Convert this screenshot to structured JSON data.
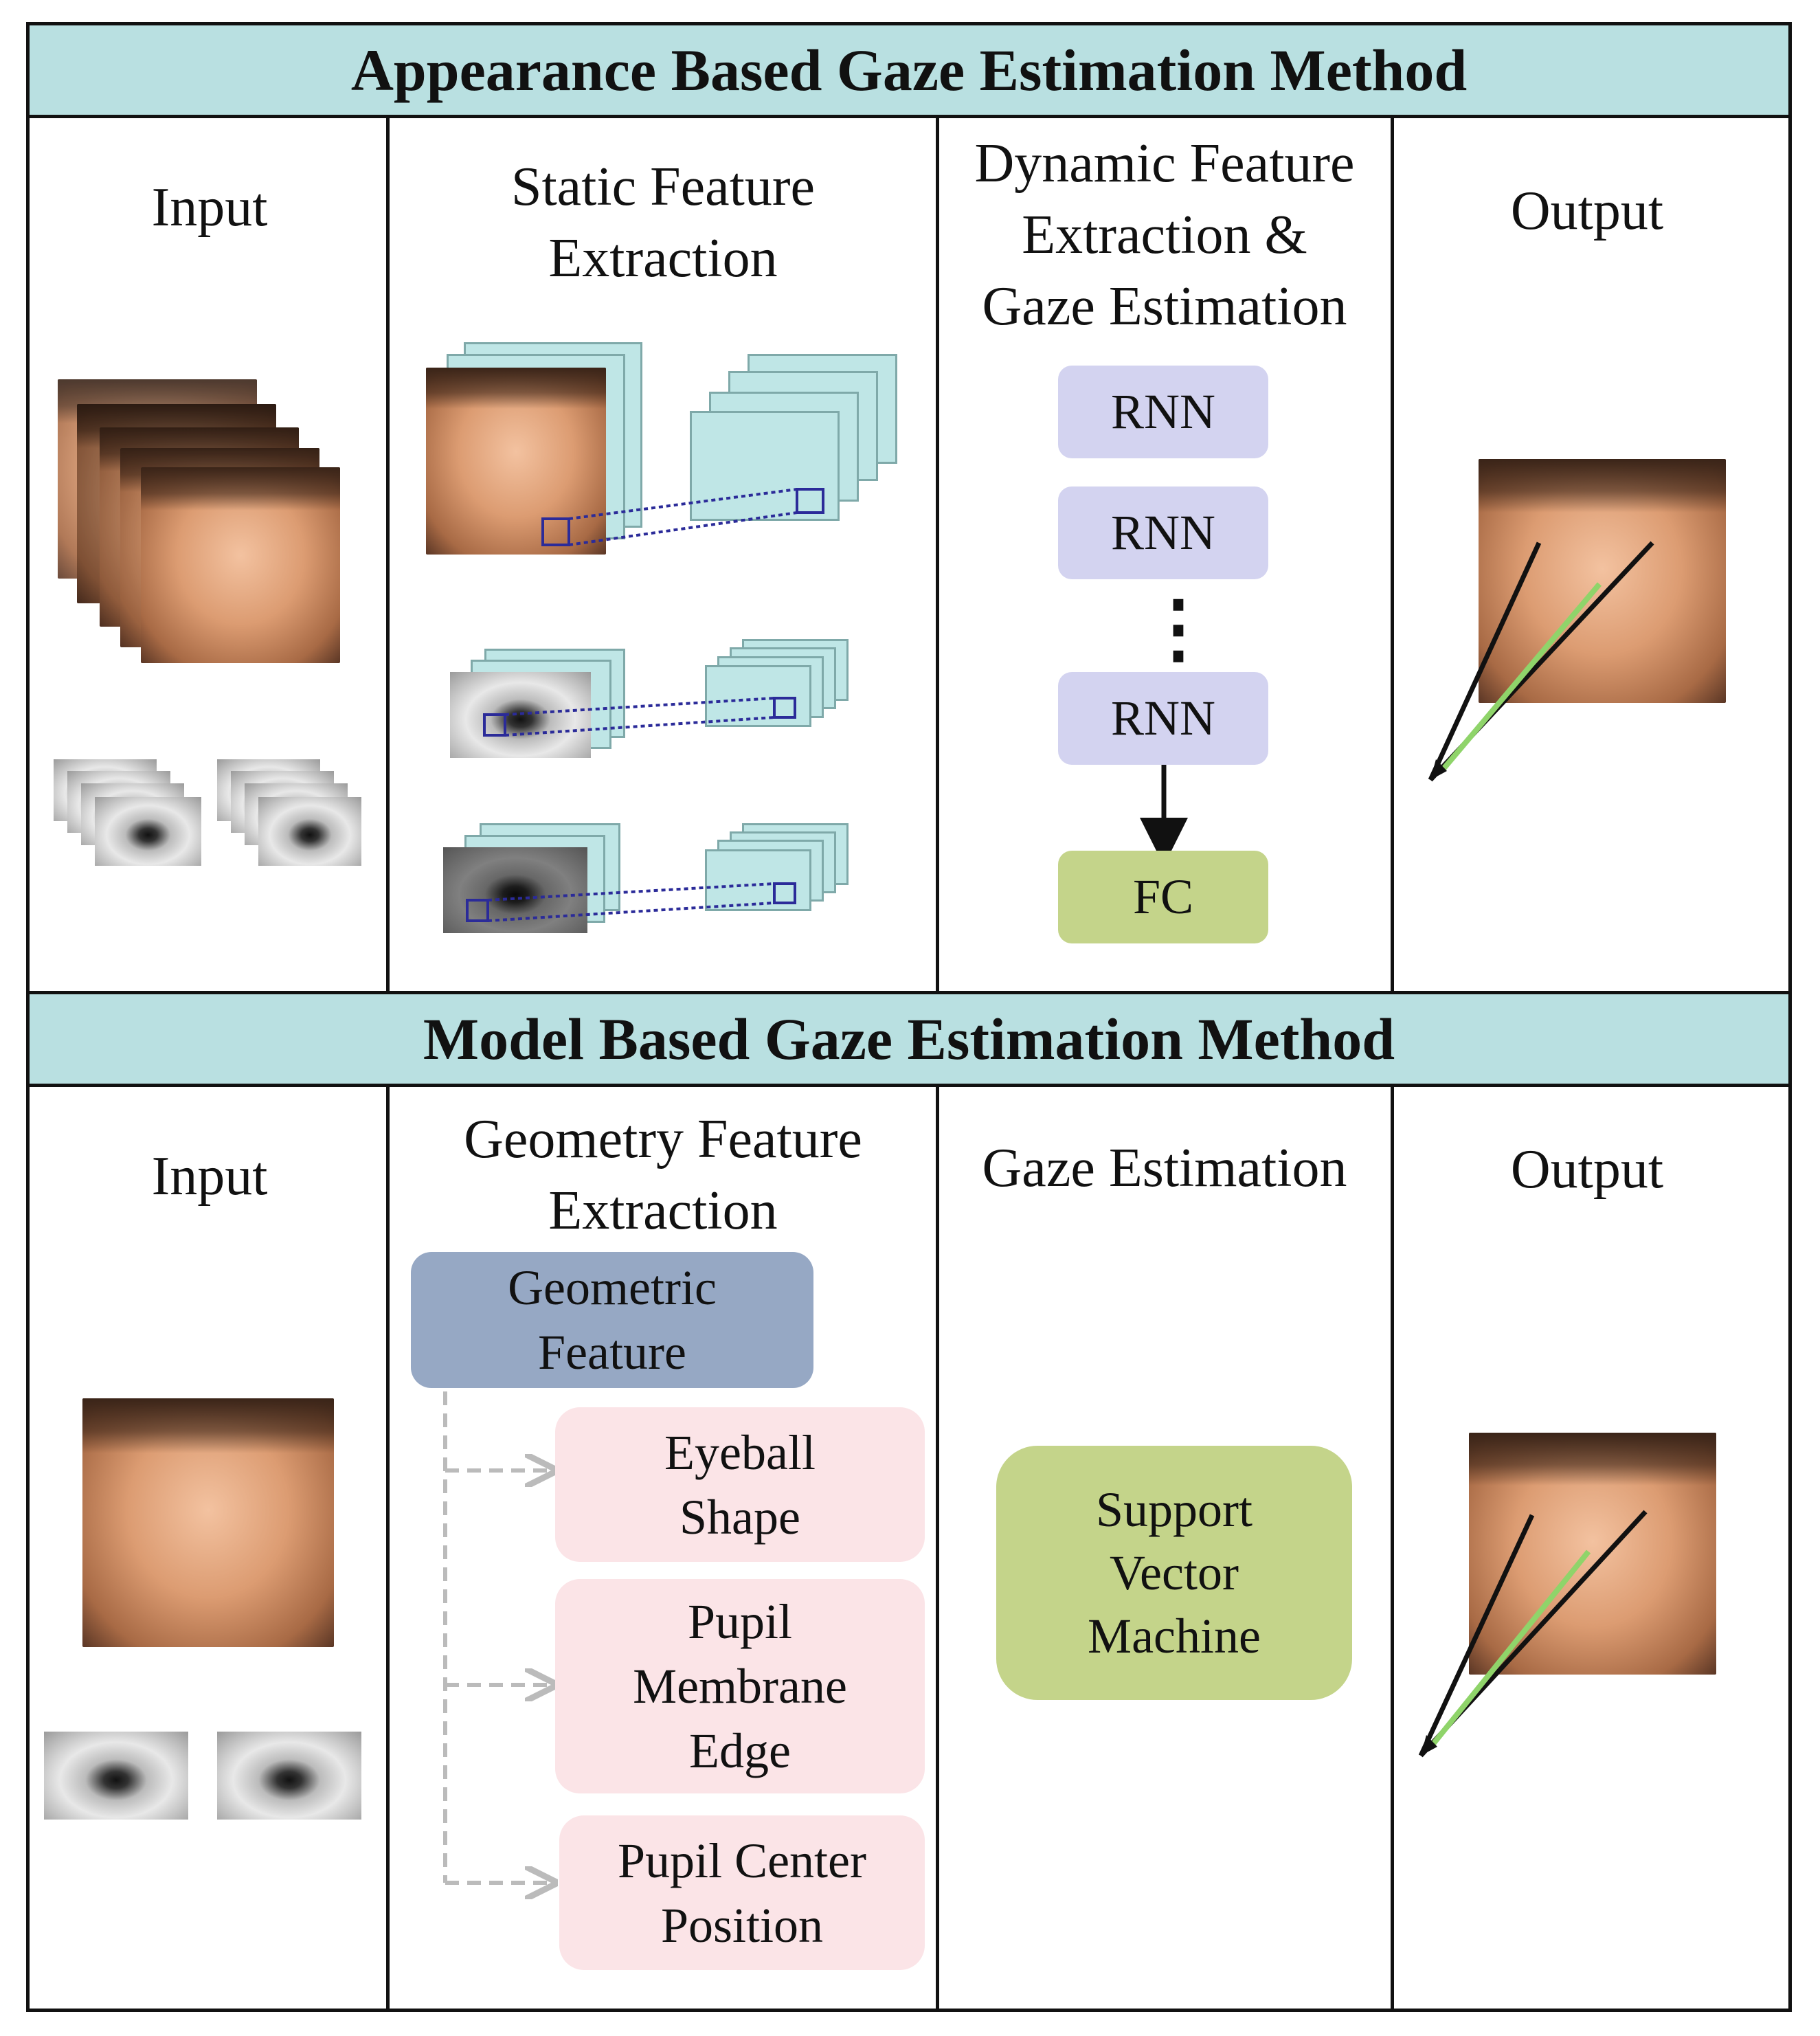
{
  "top": {
    "banner": "Appearance Based Gaze Estimation Method",
    "col_input": "Input",
    "col_static": "Static Feature\nExtraction",
    "col_dynamic": "Dynamic Feature\nExtraction &\nGaze Estimation",
    "col_output": "Output",
    "rnn_labels": [
      "RNN",
      "RNN",
      "RNN"
    ],
    "ellipsis": "⋮",
    "fc": "FC"
  },
  "bottom": {
    "banner": "Model Based Gaze Estimation Method",
    "col_input": "Input",
    "col_geometry": "Geometry Feature\nExtraction",
    "col_gaze": "Gaze Estimation",
    "col_output": "Output",
    "geometric_feature": "Geometric\nFeature",
    "features": [
      "Eyeball\nShape",
      "Pupil\nMembrane\nEdge",
      "Pupil Center\nPosition"
    ],
    "svm": "Support\nVector\nMachine"
  },
  "colors": {
    "banner": "#b9e0e1",
    "rnn": "#d3d3f0",
    "fc": "#c4d48a",
    "geometric": "#96a8c4",
    "feature": "#fbe4e7",
    "gaze_green": "#8fd46a"
  }
}
